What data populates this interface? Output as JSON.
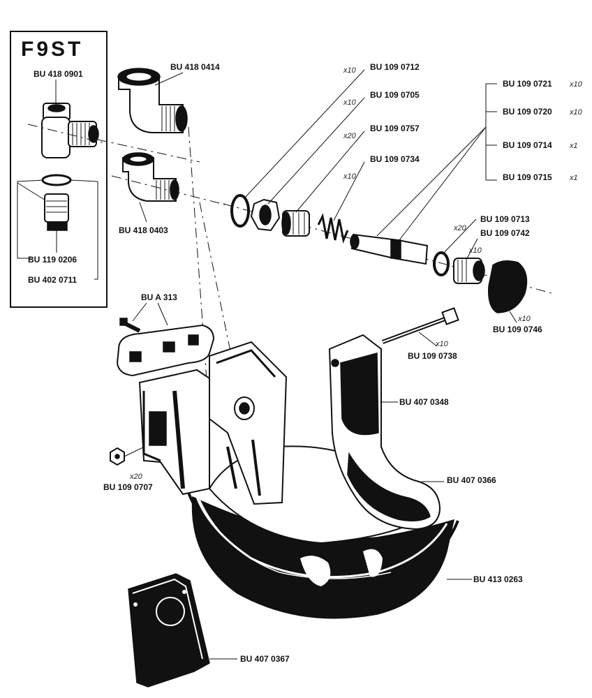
{
  "title": "F9ST",
  "parts": {
    "bu_418_0901": "BU 418 0901",
    "bu_119_0206": "BU 119 0206",
    "bu_402_0711": "BU 402 0711",
    "bu_418_0414": "BU 418 0414",
    "bu_418_0403": "BU 418 0403",
    "bu_109_0712": "BU 109 0712",
    "bu_109_0705": "BU 109 0705",
    "bu_109_0757": "BU 109 0757",
    "bu_109_0734": "BU 109 0734",
    "bu_109_0721": "BU 109 0721",
    "bu_109_0720": "BU 109 0720",
    "bu_109_0714": "BU 109 0714",
    "bu_109_0715": "BU 109 0715",
    "bu_109_0713": "BU 109 0713",
    "bu_109_0742": "BU 109 0742",
    "bu_109_0746": "BU 109 0746",
    "bu_a_313": "BU A 313",
    "bu_109_0738": "BU 109 0738",
    "bu_407_0348": "BU 407 0348",
    "bu_407_0366": "BU 407 0366",
    "bu_109_0707": "BU 109 0707",
    "bu_413_0263": "BU 413 0263",
    "bu_407_0367": "BU 407 0367"
  },
  "quantities": {
    "q_0712": "x10",
    "q_0705": "x10",
    "q_0757": "x20",
    "q_0734": "x10",
    "q_0721": "x10",
    "q_0720": "x10",
    "q_0714": "x1",
    "q_0715": "x1",
    "q_0713": "x20",
    "q_0742": "x10",
    "q_0746": "x10",
    "q_0738": "x10",
    "q_0707": "x20"
  },
  "colors": {
    "ink": "#111111",
    "paper": "#ffffff"
  }
}
